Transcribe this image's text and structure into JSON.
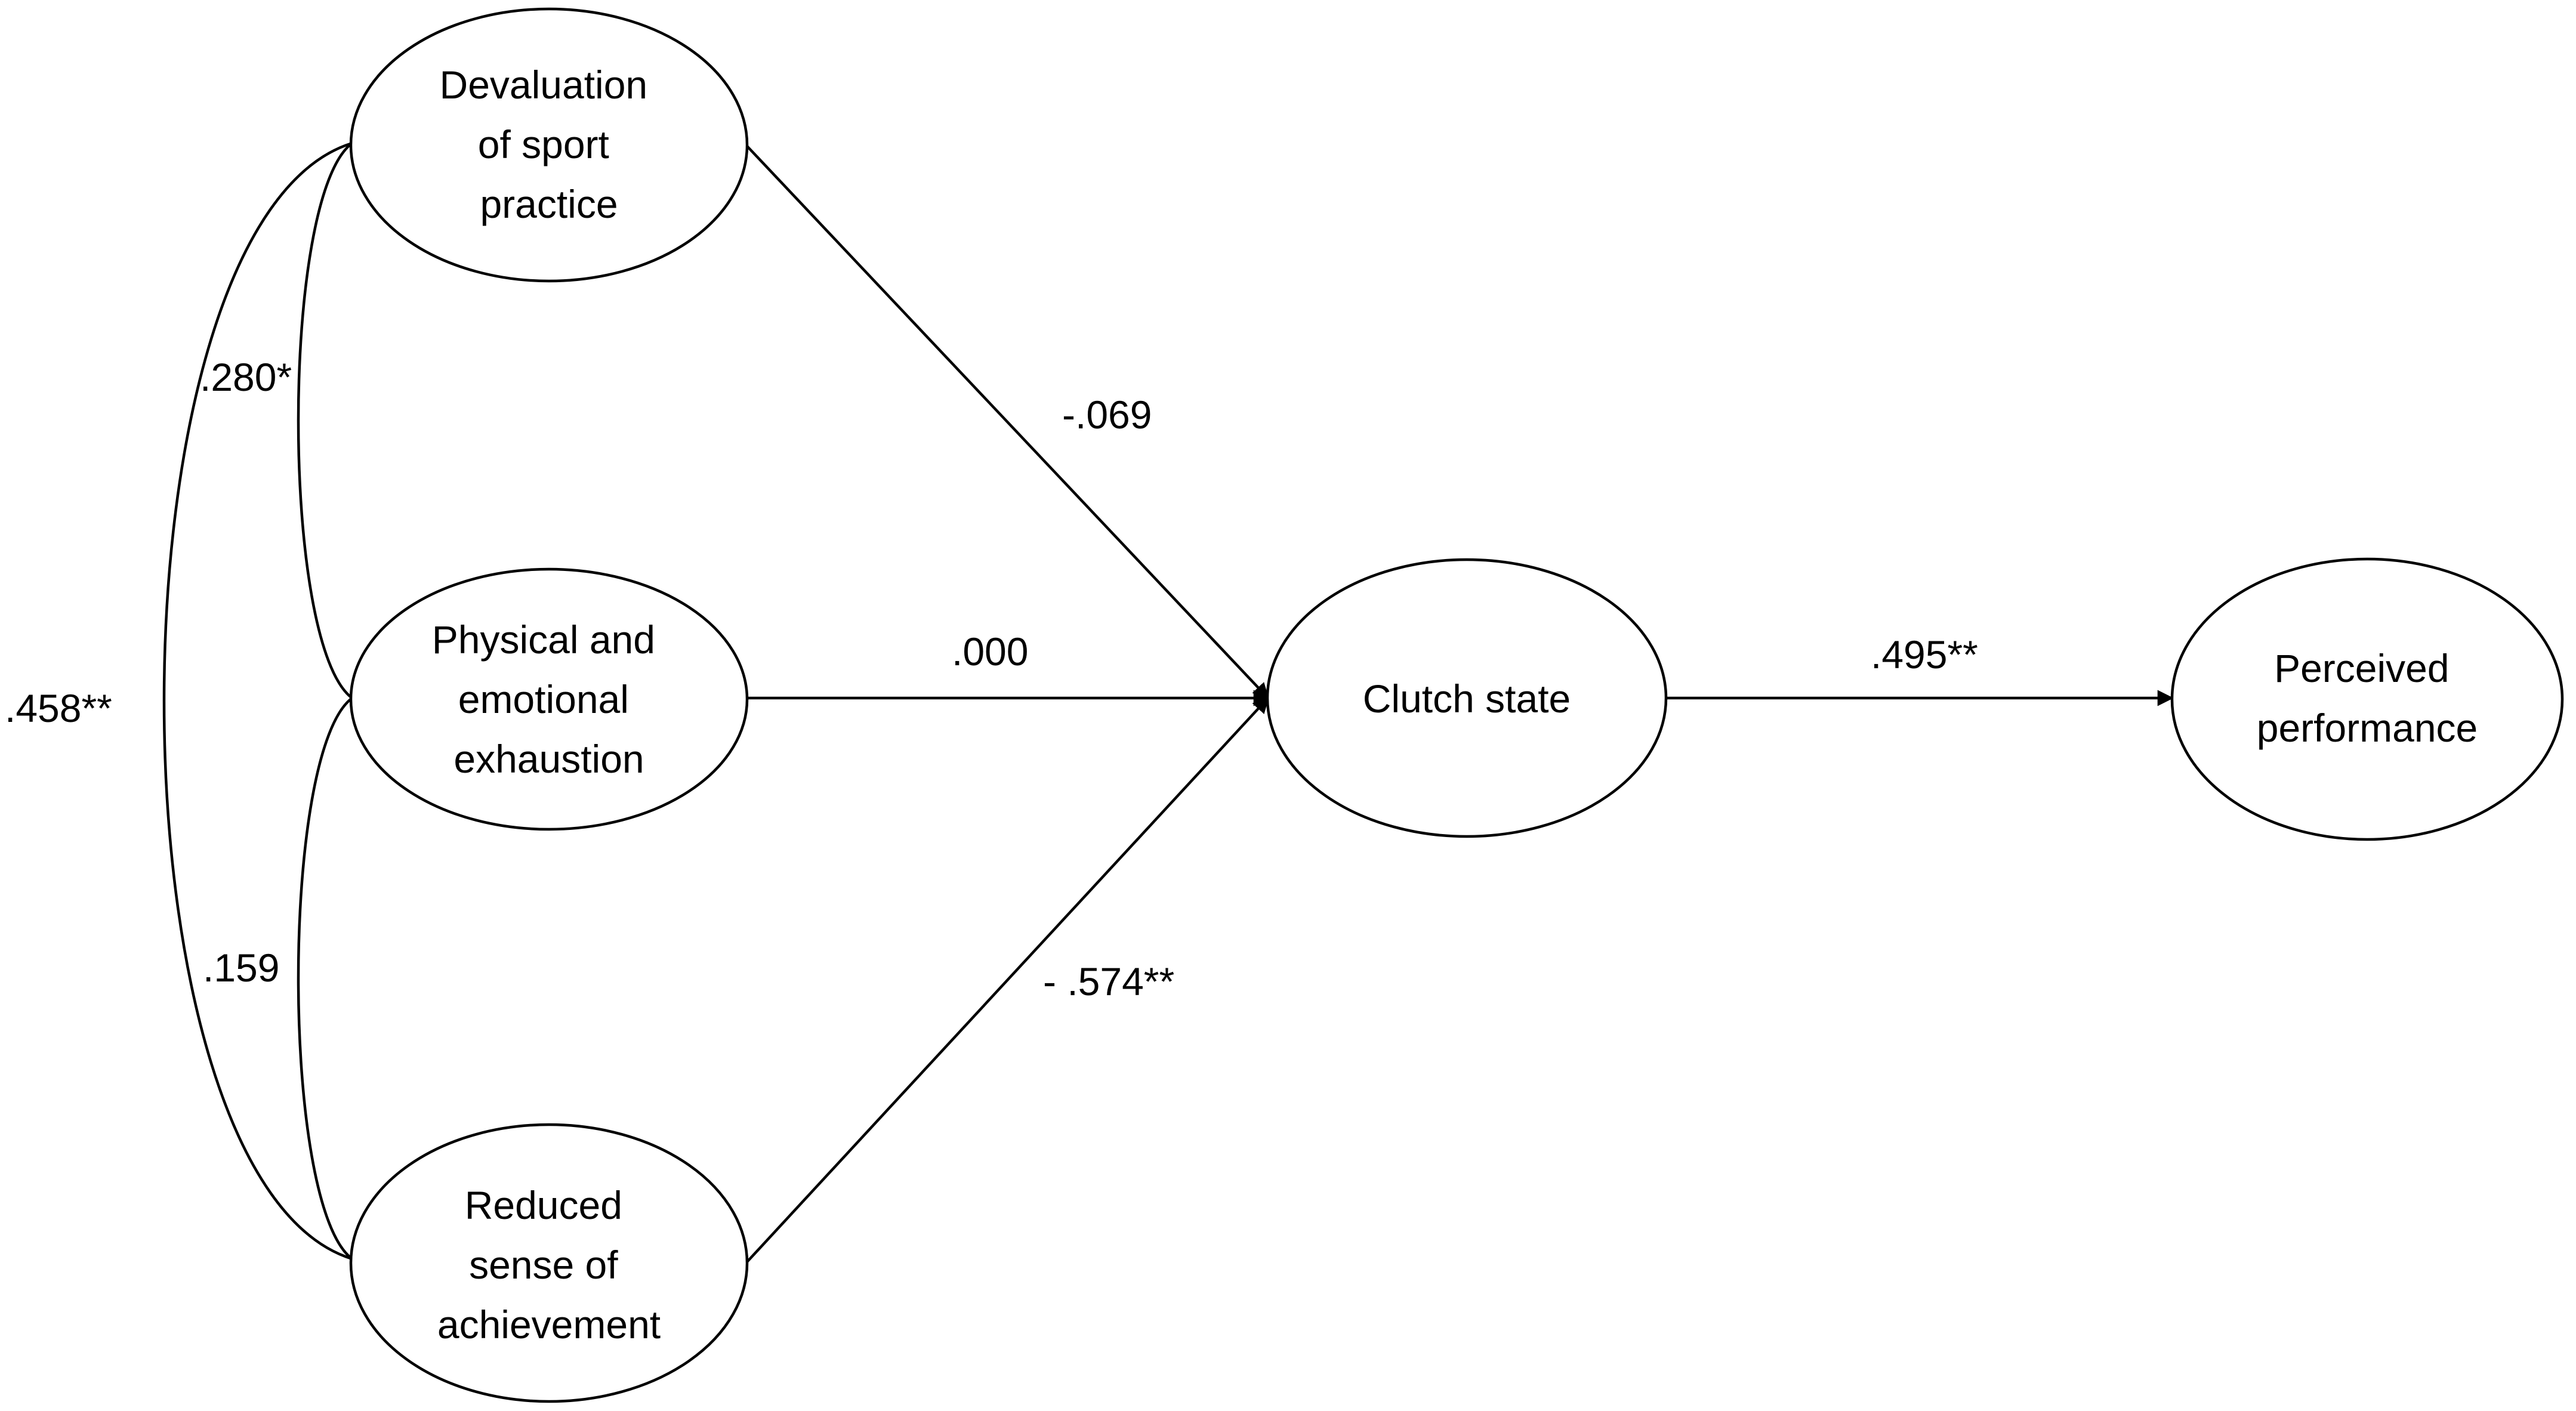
{
  "diagram": {
    "nodes": {
      "devaluation": [
        "Devaluation",
        "of sport",
        "practice"
      ],
      "exhaustion": [
        "Physical and",
        "emotional",
        "exhaustion"
      ],
      "achievement": [
        "Reduced",
        "sense of",
        "achievement"
      ],
      "clutch": [
        "Clutch state"
      ],
      "performance": [
        "Perceived",
        "performance"
      ]
    },
    "edges": {
      "devaluation_to_clutch": "-.069",
      "exhaustion_to_clutch": ".000",
      "achievement_to_clutch": "- .574**",
      "clutch_to_performance": ".495**"
    },
    "correlations": {
      "devaluation_exhaustion": ".280*",
      "exhaustion_achievement": ".159",
      "devaluation_achievement": ".458**"
    }
  }
}
